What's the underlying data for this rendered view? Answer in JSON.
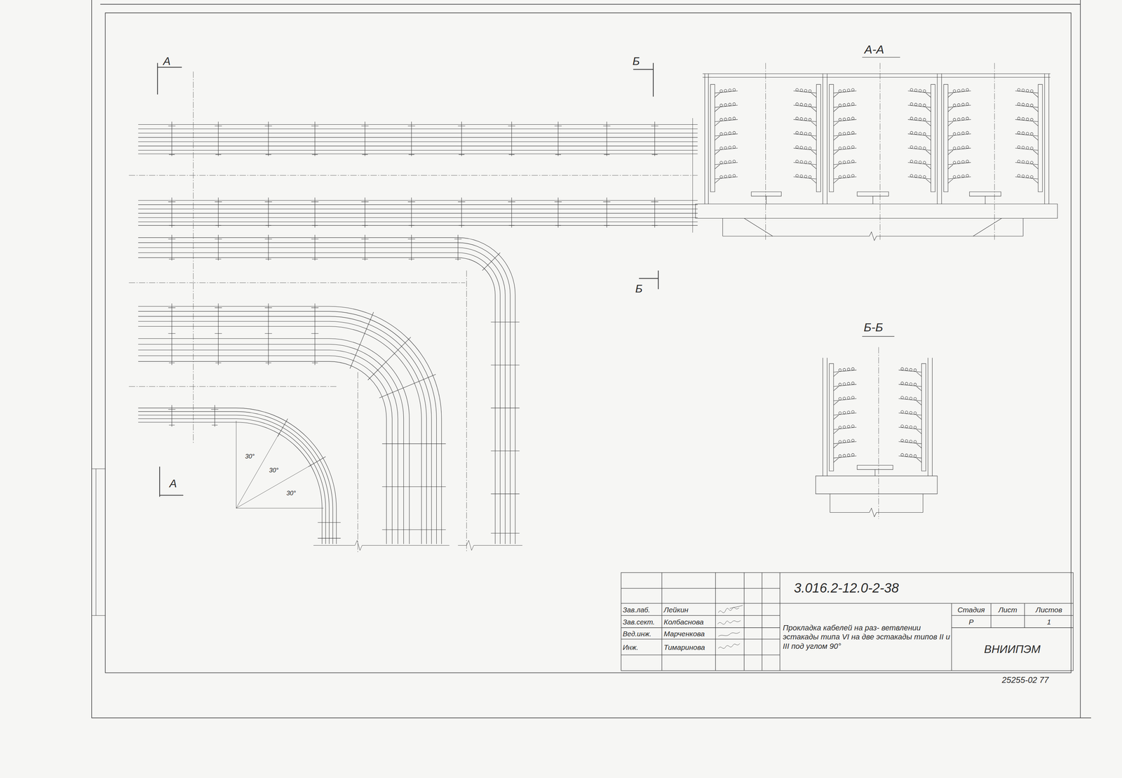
{
  "diagram": {
    "labels": [
      "А",
      "Б",
      "А-А",
      "Б",
      "Б-Б",
      "30°",
      "30°",
      "30°",
      "А",
      "3.016.2-12.0-2-38",
      "Зав.лаб.",
      "Лейкин",
      "Зав.сект.",
      "Колбаснова",
      "Вед.инж.",
      "Марченкова",
      "Инж.",
      "Тимаринова",
      "Прокладка кабелей на раз- ветвлении эстакады типа VI на две эстакады типов II и III под углом 90°",
      "Стадия",
      "Лист",
      "Листов",
      "Р",
      "1",
      "ВНИИПЭМ",
      "25255-02 77"
    ]
  }
}
